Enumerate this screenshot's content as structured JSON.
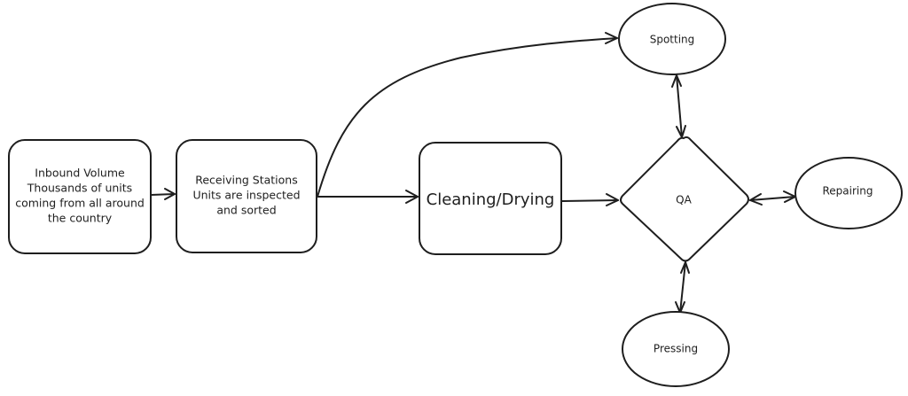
{
  "diagram": {
    "nodes": {
      "inbound": {
        "shape": "rounded-rectangle",
        "lines": [
          "Inbound Volume",
          "Thousands of units",
          "coming from all around",
          "the country"
        ]
      },
      "receiving": {
        "shape": "rounded-rectangle",
        "lines": [
          "Receiving Stations",
          "Units are inspected",
          "and sorted"
        ]
      },
      "cleaning": {
        "shape": "rounded-rectangle",
        "label": "Cleaning/Drying"
      },
      "qa": {
        "shape": "diamond",
        "label": "QA"
      },
      "spotting": {
        "shape": "ellipse",
        "label": "Spotting"
      },
      "repairing": {
        "shape": "ellipse",
        "label": "Repairing"
      },
      "pressing": {
        "shape": "ellipse",
        "label": "Pressing"
      }
    },
    "edges": [
      {
        "from": "inbound",
        "to": "receiving",
        "direction": "forward"
      },
      {
        "from": "receiving",
        "to": "cleaning",
        "direction": "forward"
      },
      {
        "from": "receiving",
        "to": "spotting",
        "direction": "forward"
      },
      {
        "from": "cleaning",
        "to": "qa",
        "direction": "forward"
      },
      {
        "from": "spotting",
        "to": "qa",
        "direction": "both"
      },
      {
        "from": "qa",
        "to": "repairing",
        "direction": "both"
      },
      {
        "from": "qa",
        "to": "pressing",
        "direction": "both"
      }
    ],
    "colors": {
      "stroke": "#1e1e1e",
      "background": "#ffffff"
    }
  }
}
